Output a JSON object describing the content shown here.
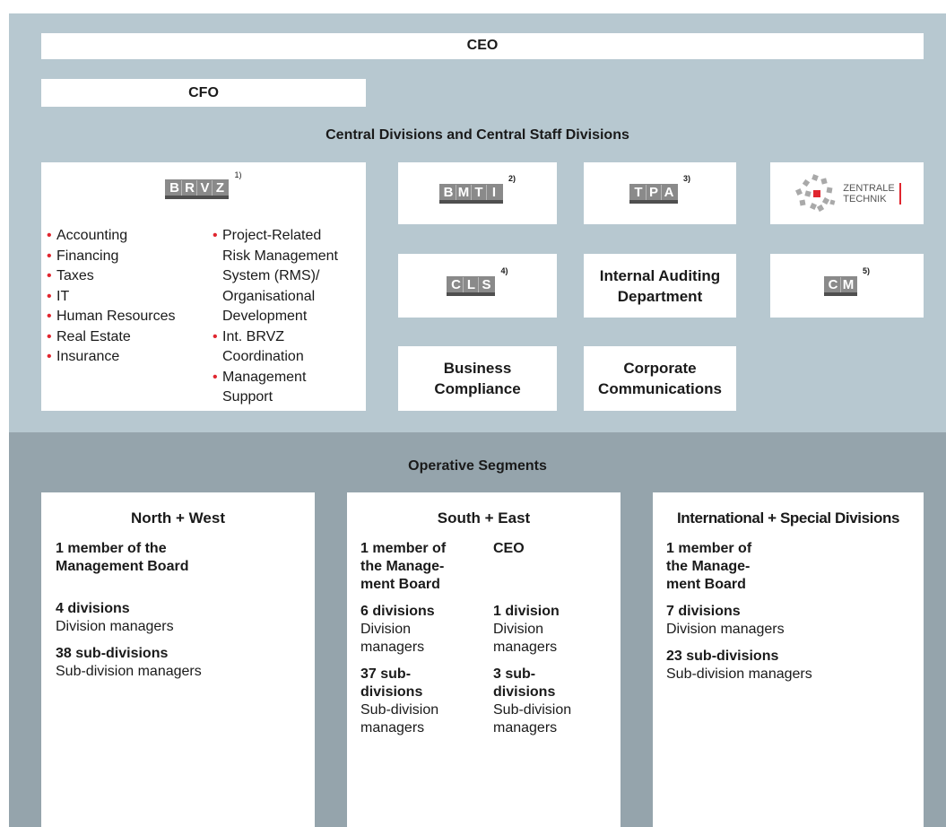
{
  "ceo_bar": "CEO",
  "cfo_bar": "CFO",
  "central_heading": "Central Divisions and Central Staff Divisions",
  "brvz": {
    "logo": "BRVZ",
    "footnote": "1)",
    "left_items": [
      "Accounting",
      "Financing",
      "Taxes",
      "IT",
      "Human Resources",
      "Real Estate",
      "Insurance"
    ],
    "right_items": [
      [
        "Project-Related",
        "Risk Management",
        "System (RMS)/",
        "Organisational",
        "Development"
      ],
      [
        "Int. BRVZ",
        "Coordination"
      ],
      [
        "Management",
        "Support"
      ]
    ]
  },
  "bmti": {
    "logo": "BMTI",
    "footnote": "2)"
  },
  "tpa": {
    "logo": "TPA",
    "footnote": "3)"
  },
  "zentrale": {
    "line1": "ZENTRALE",
    "line2": "TECHNIK"
  },
  "cls": {
    "logo": "CLS",
    "footnote": "4)"
  },
  "internal_auditing": {
    "line1": "Internal Auditing",
    "line2": "Department"
  },
  "cm": {
    "logo": "CM",
    "footnote": "5)"
  },
  "business_compliance": {
    "line1": "Business",
    "line2": "Compliance"
  },
  "corporate_communications": {
    "line1": "Corporate",
    "line2": "Communications"
  },
  "operative_heading": "Operative Segments",
  "segments": {
    "north_west": {
      "title": "North + West",
      "board": [
        "1 member of the",
        "Management Board"
      ],
      "divisions": "4 divisions",
      "division_managers": "Division managers",
      "subdivisions": "38 sub-divisions",
      "subdivision_managers": "Sub-division managers"
    },
    "south_east": {
      "title": "South + East",
      "left": {
        "board": [
          "1 member of",
          "the Manage-",
          "ment Board"
        ],
        "divisions": "6 divisions",
        "division_managers": [
          "Division",
          "managers"
        ],
        "subdivisions": [
          "37 sub-",
          "divisions"
        ],
        "subdivision_managers": [
          "Sub-division",
          "managers"
        ]
      },
      "right": {
        "board": "CEO",
        "divisions": "1 division",
        "division_managers": [
          "Division",
          "managers"
        ],
        "subdivisions": [
          "3 sub-",
          "divisions"
        ],
        "subdivision_managers": [
          "Sub-division",
          "managers"
        ]
      }
    },
    "international": {
      "title": "International + Special Divisions",
      "board": [
        "1 member of",
        "the Manage-",
        "ment Board"
      ],
      "divisions": "7 divisions",
      "division_managers": "Division managers",
      "subdivisions": "23 sub-divisions",
      "subdivision_managers": "Sub-division managers"
    }
  },
  "colors": {
    "bullet": "#e0262f",
    "top_band": "#b7c8d0",
    "bottom_band": "#95a4ac",
    "zentrale_accent": "#e0262f"
  }
}
